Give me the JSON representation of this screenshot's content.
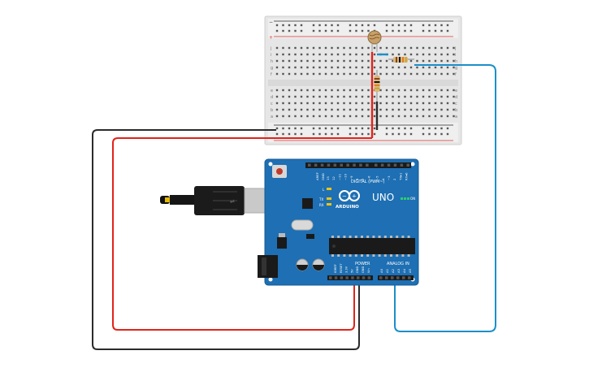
{
  "colors": {
    "wire_red": "#e2231a",
    "wire_black": "#2b2b2b",
    "wire_blue": "#1b8fc9",
    "board_blue": "#1e6fb3",
    "breadboard": "#e8e8e8",
    "header_black": "#1a1a1a"
  },
  "breadboard": {
    "row_letters_top": [
      "j",
      "i",
      "h",
      "g",
      "f"
    ],
    "row_letters_bottom": [
      "e",
      "d",
      "c",
      "b",
      "a"
    ],
    "rail_minus": "−",
    "rail_plus": "+"
  },
  "components": {
    "photoresistor": "photoresistor",
    "resistor_top": "resistor",
    "resistor_vertical": "resistor"
  },
  "arduino": {
    "model": "UNO",
    "brand": "ARDUINO",
    "digital_label": "DIGITAL (PWM~)",
    "power_label": "POWER",
    "analog_label": "ANALOG IN",
    "on_label": "ON",
    "led_l": "L",
    "led_tx": "TX",
    "led_rx": "RX",
    "aref": "AREF",
    "gnd": "GND",
    "digital_pins": [
      "13",
      "12",
      "~11",
      "~10",
      "~9",
      "8",
      "7",
      "~6",
      "~5",
      "4",
      "~3",
      "2",
      "TX▸1",
      "RX◂0"
    ],
    "power_pins": [
      "IOREF",
      "RESET",
      "3.3V",
      "5V",
      "GND",
      "GND",
      "Vin"
    ],
    "analog_pins": [
      "A0",
      "A1",
      "A2",
      "A3",
      "A4",
      "A5"
    ]
  }
}
